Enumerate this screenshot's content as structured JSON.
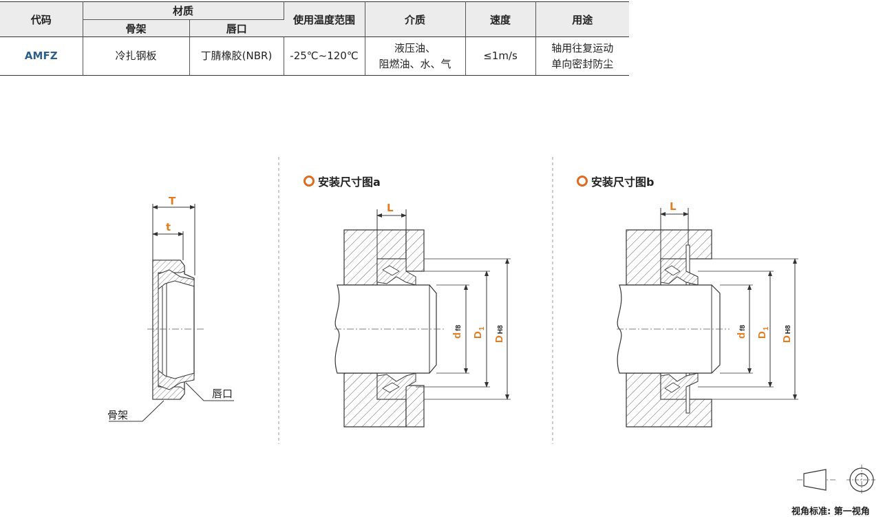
{
  "table": {
    "headers": {
      "code": "代码",
      "material": "材质",
      "material_sub": [
        "骨架",
        "唇口"
      ],
      "temp": "使用温度范围",
      "medium": "介质",
      "speed": "速度",
      "usage": "用途"
    },
    "row": {
      "code": "AMFZ",
      "frame": "冷扎钢板",
      "lip": "丁腈橡胶(NBR)",
      "temp": "-25℃~120℃",
      "medium_line1": "液压油、",
      "medium_line2": "阻燃油、水、气",
      "speed": "≤1m/s",
      "usage_line1": "轴用往复运动",
      "usage_line2": "单向密封防尘"
    }
  },
  "left_diagram": {
    "dim_T": "T",
    "dim_t": "t",
    "label_lip": "唇口",
    "label_frame": "骨架"
  },
  "diagram_a": {
    "title": "安装尺寸图a",
    "dim_L": "L",
    "dim_d": "d",
    "dim_d_tol": "f8",
    "dim_D1": "D",
    "dim_D1_sub": "1",
    "dim_D": "D",
    "dim_D_tol": "H8"
  },
  "diagram_b": {
    "title": "安装尺寸图b",
    "dim_L": "L",
    "dim_d": "d",
    "dim_d_tol": "f8",
    "dim_D1": "D",
    "dim_D1_sub": "1",
    "dim_D": "D",
    "dim_D_tol": "H8"
  },
  "footer": {
    "view_standard": "视角标准: 第一视角"
  },
  "colors": {
    "accent": "#e57b1f",
    "code_blue": "#2d5f8a",
    "header_bg": "#ececec"
  }
}
